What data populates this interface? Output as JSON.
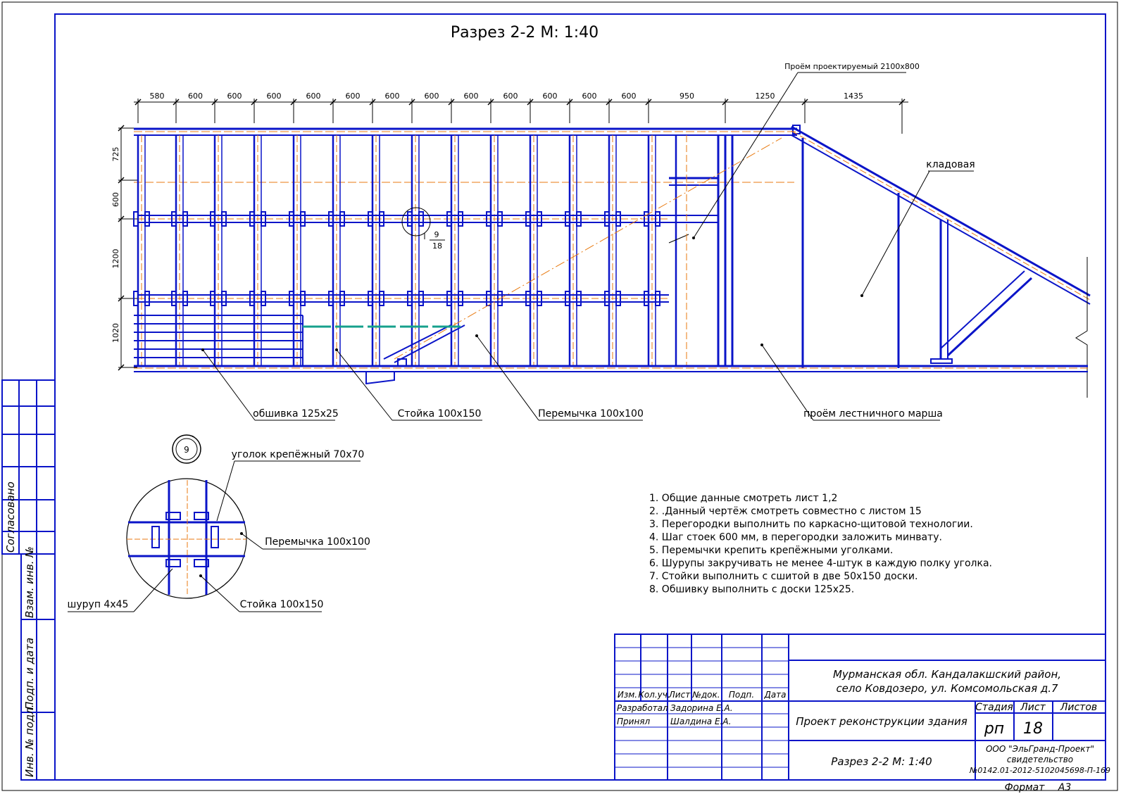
{
  "drawing": {
    "title": "Разрез 2-2 М: 1:40",
    "top_dimensions": [
      "580",
      "600",
      "600",
      "600",
      "600",
      "600",
      "600",
      "600",
      "600",
      "600",
      "600",
      "600",
      "600",
      "950",
      "1250",
      "1435"
    ],
    "side_dimensions": [
      "725",
      "600",
      "1200",
      "1020"
    ],
    "callouts": {
      "opening_projected": "Проём проектируемый 2100х800",
      "storage": "кладовая",
      "cladding": "обшивка 125х25",
      "post": "Стойка 100х150",
      "lintel": "Перемычка 100х100",
      "stair_opening": "проём лестничного марша"
    },
    "detail_ref": {
      "num": "9",
      "sheet": "18"
    }
  },
  "detail": {
    "number": "9",
    "angle_bracket": "уголок крепёжный 70х70",
    "lintel": "Перемычка 100х100",
    "post": "Стойка 100х150",
    "screw": "шуруп 4х45"
  },
  "notes": [
    "1.  Общие данные смотреть лист 1,2",
    "2.  .Данный чертёж смотреть совместно с листом 15",
    "3.  Перегородки выполнить по каркасно-щитовой технологии.",
    "4.  Шаг стоек 600 мм, в перегородки заложить минвату.",
    "5.  Перемычки крепить крепёжными уголками.",
    "6.  Шурупы закручивать не менее 4-штук в каждую полку уголка.",
    "7.  Стойки выполнить с сшитой в две 50х150 доски.",
    "8.  Обшивку выполнить с доски 125х25."
  ],
  "side_stamp": {
    "agreed": "Согласовано",
    "replaced_inv": "Взам. инв. №",
    "sign_date": "Подп. и дата",
    "inv_orig": "Инв. № подл."
  },
  "title_block": {
    "headers": [
      "Изм.",
      "Кол.уч.",
      "Лист",
      "№док.",
      "Подп.",
      "Дата"
    ],
    "developed_label": "Разработал",
    "developed_name": "Задорина Е.А.",
    "accepted_label": "Принял",
    "accepted_name": "Шалдина Е.А.",
    "address_line1": "Мурманская обл. Кандалакшский район,",
    "address_line2": "село Ковдозеро, ул. Комсомольская д.7",
    "project": "Проект реконструкции  здания",
    "stage_label": "Стадия",
    "sheet_label": "Лист",
    "sheets_label": "Листов",
    "stage": "рп",
    "sheet": "18",
    "sheet_title": "Разрез 2-2 М: 1:40",
    "company_line1": "ООО \"ЭльГранд-Проект\"",
    "company_line2": "свидетельство",
    "company_line3": "№0142.01-2012-5102045698-П-169",
    "format_label": "Формат",
    "format": "А3"
  }
}
